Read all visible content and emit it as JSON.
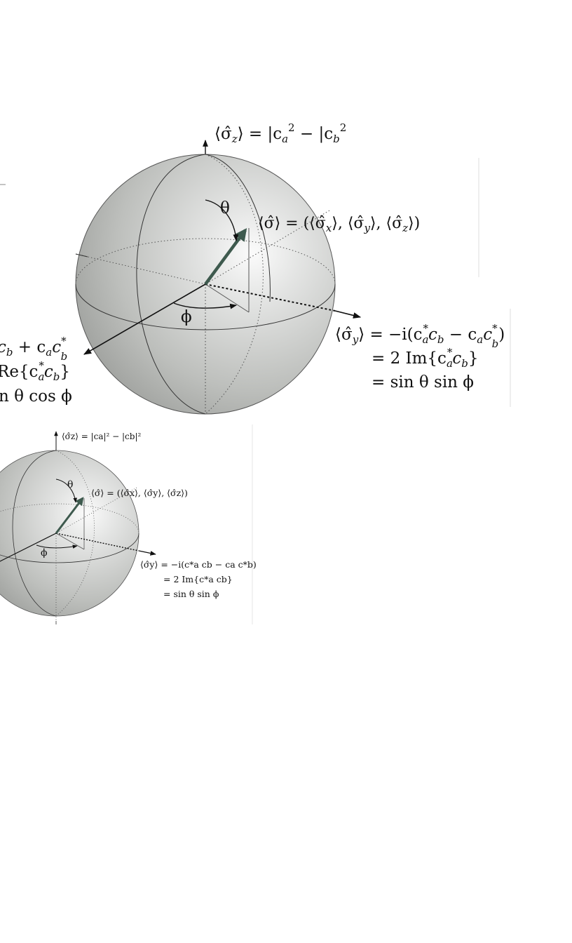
{
  "large": {
    "sigma_z": {
      "lhs": "⟨σ̂",
      "sub_z": "z",
      "mid": "⟩ = |c",
      "sub_a": "a",
      "sup_2a": "2",
      "mid2": " − |c",
      "sub_b": "b",
      "sup_2b": "2"
    },
    "sigma_vec": {
      "lhs": "⟨σ̂⟩ = (⟨σ̂",
      "x": "x",
      "c1": "⟩, ⟨σ̂",
      "y": "y",
      "c2": "⟩, ⟨σ̂",
      "z": "z",
      "end": "⟩)"
    },
    "theta": "θ",
    "phi": "ϕ",
    "sigma_y_line1": {
      "pre": "⟨σ̂",
      "sub_y": "y",
      "mid": "⟩ = −i(c",
      "a1": "a",
      "star1": "*",
      "c_b": "c",
      "b1": "b",
      "minus": " − c",
      "a2": "a",
      "c3": "c",
      "star2": "*",
      "b2": "b",
      "close": ")"
    },
    "sigma_y_line2": {
      "text": "= 2 Im{c",
      "a": "a",
      "star": "*",
      "cb": "c",
      "b": "b",
      "close": "}"
    },
    "sigma_y_line3": "= sin θ sin ϕ",
    "sigma_x_line1": {
      "pre": "c",
      "b": "b",
      "plus": " + c",
      "a": "a",
      "c2": "c",
      "star": "*",
      "b2": "b"
    },
    "sigma_x_line2": {
      "pre": "Re{c",
      "a": "a",
      "star": "*",
      "cb": "c",
      "b": "b",
      "close": "}"
    },
    "sigma_x_line3": "n θ cos ϕ"
  },
  "small": {
    "sigma_z": "⟨σ̂z⟩ = |ca|² − |cb|²",
    "sigma_vec": "⟨σ̂⟩ = (⟨σ̂x⟩, ⟨σ̂y⟩, ⟨σ̂z⟩)",
    "theta": "θ",
    "phi": "ϕ",
    "sigma_y_line1": "⟨σ̂y⟩ = −i(c*a cb − ca c*b)",
    "sigma_y_line2": "= 2 Im{c*a cb}",
    "sigma_y_line3": "= sin θ sin ϕ"
  }
}
